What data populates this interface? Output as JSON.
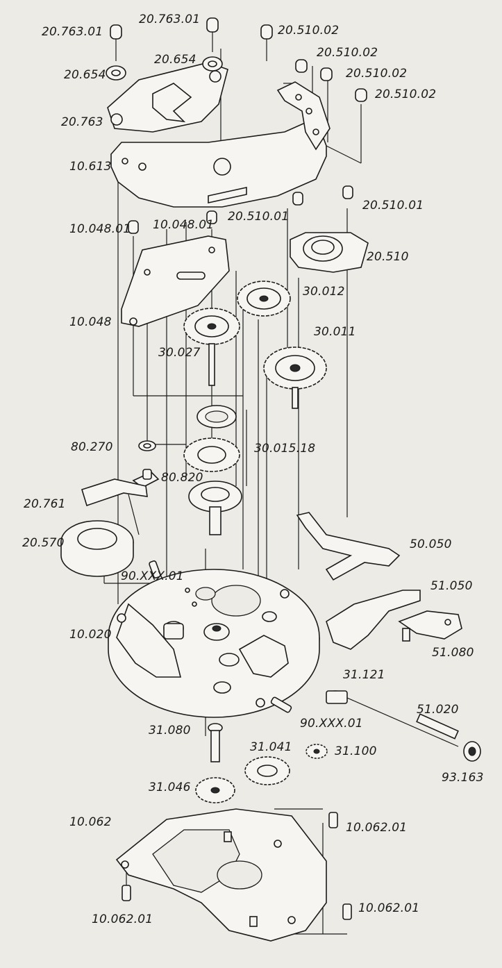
{
  "labels": {
    "l_20_763_01_a": "20.763.01",
    "l_20_763_01_b": "20.763.01",
    "l_20_510_02_a": "20.510.02",
    "l_20_510_02_b": "20.510.02",
    "l_20_510_02_c": "20.510.02",
    "l_20_510_02_d": "20.510.02",
    "l_20_654_a": "20.654",
    "l_20_654_b": "20.654",
    "l_20_763": "20.763",
    "l_10_613": "10.613",
    "l_10_048_01_a": "10.048.01",
    "l_10_048_01_b": "10.048.01",
    "l_20_510_01_a": "20.510.01",
    "l_20_510_01_b": "20.510.01",
    "l_20_510": "20.510",
    "l_30_012": "30.012",
    "l_10_048": "10.048",
    "l_30_011": "30.011",
    "l_30_027": "30.027",
    "l_80_270": "80.270",
    "l_30_015_18": "30.015.18",
    "l_80_820": "80.820",
    "l_20_761": "20.761",
    "l_50_050": "50.050",
    "l_20_570": "20.570",
    "l_90_xxx_01_a": "90.XXX.01",
    "l_51_050": "51.050",
    "l_10_020": "10.020",
    "l_51_080": "51.080",
    "l_31_121": "31.121",
    "l_51_020": "51.020",
    "l_90_xxx_01_b": "90.XXX.01",
    "l_31_080": "31.080",
    "l_31_041": "31.041",
    "l_31_100": "31.100",
    "l_93_163": "93.163",
    "l_31_046": "31.046",
    "l_10_062": "10.062",
    "l_10_062_01_a": "10.062.01",
    "l_10_062_01_b": "10.062.01",
    "l_10_062_01_c": "10.062.01"
  }
}
